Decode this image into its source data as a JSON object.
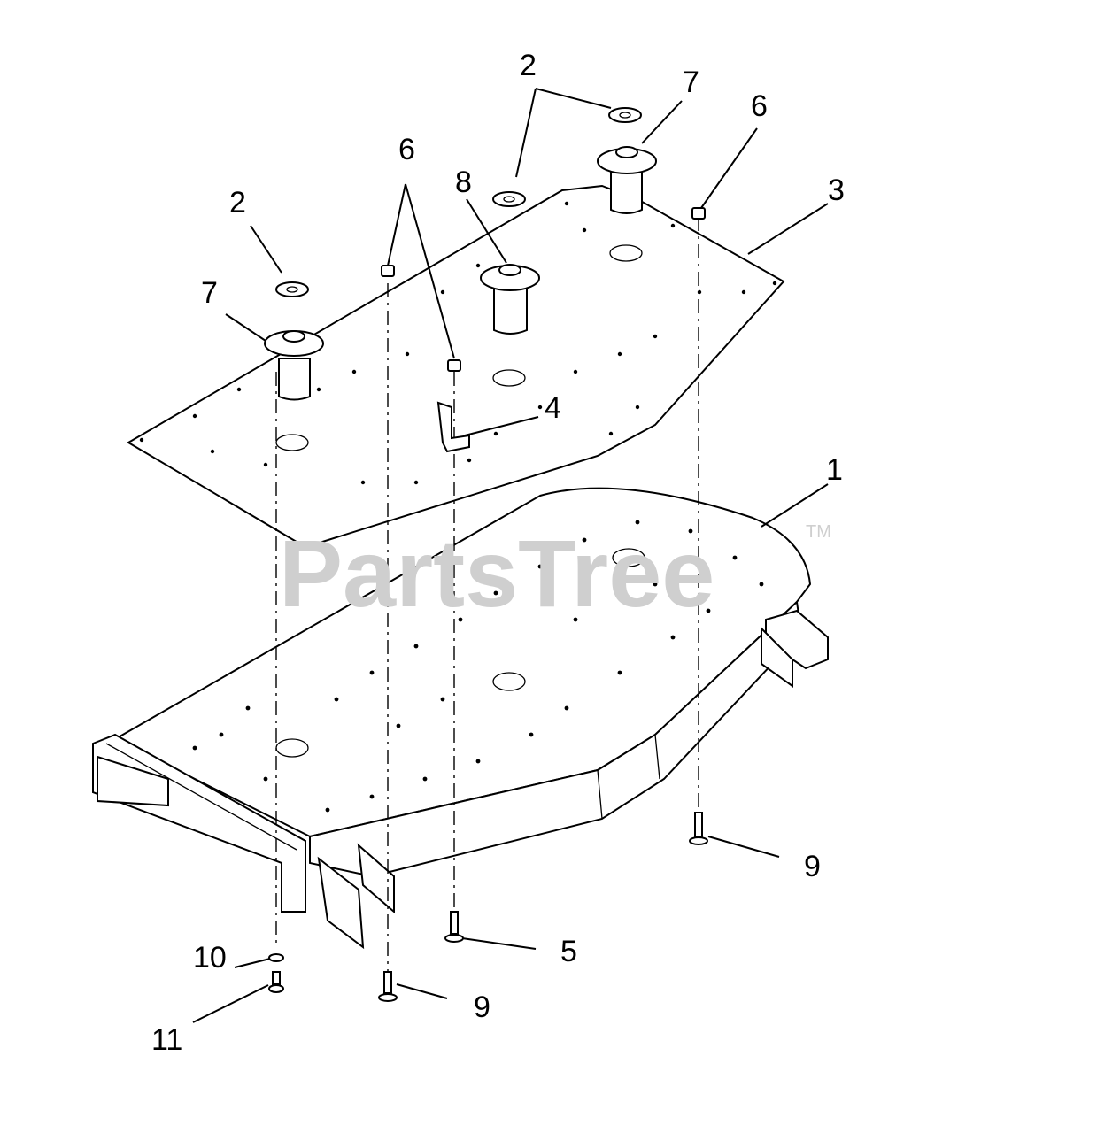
{
  "watermark": {
    "text": "PartsTree",
    "tm": "TM"
  },
  "callouts": [
    {
      "id": "c2a",
      "label": "2"
    },
    {
      "id": "c7a",
      "label": "7"
    },
    {
      "id": "c6a",
      "label": "6"
    },
    {
      "id": "c6b",
      "label": "6"
    },
    {
      "id": "c3",
      "label": "3"
    },
    {
      "id": "c8",
      "label": "8"
    },
    {
      "id": "c2b",
      "label": "2"
    },
    {
      "id": "c7b",
      "label": "7"
    },
    {
      "id": "c4",
      "label": "4"
    },
    {
      "id": "c1",
      "label": "1"
    },
    {
      "id": "c9a",
      "label": "9"
    },
    {
      "id": "c5",
      "label": "5"
    },
    {
      "id": "c10",
      "label": "10"
    },
    {
      "id": "c9b",
      "label": "9"
    },
    {
      "id": "c11",
      "label": "11"
    }
  ]
}
